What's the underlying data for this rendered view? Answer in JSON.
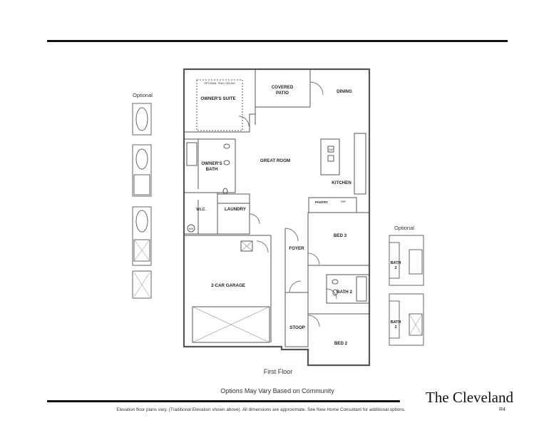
{
  "plan": {
    "name": "The Cleveland",
    "floor_label": "First Floor",
    "options_note": "Options May Vary Based on Community",
    "footer_note": "Elevation floor plans vary. (Traditional Elevation shown above). All dimensions are approximate. See New Home Consultant for additional options.",
    "revision": "R4"
  },
  "optional_labels": {
    "left": "Optional",
    "right": "Optional"
  },
  "rooms": {
    "owners_suite": "OWNER'S SUITE",
    "tray_ceiling": "OPTIONAL TRAY CEILING",
    "covered_patio_1": "COVERED",
    "covered_patio_2": "PATIO",
    "dining": "DINING",
    "great_room": "GREAT ROOM",
    "owners_bath_1": "OWNER'S",
    "owners_bath_2": "BATH",
    "kitchen": "KITCHEN",
    "pantry": "PANTRY",
    "refrigerator": "REF.",
    "wic": "W.I.C.",
    "laundry": "LAUNDRY",
    "water_heater": "W/H",
    "dishwasher": "DW",
    "foyer": "FOYER",
    "bed3": "BED 3",
    "garage": "2-CAR GARAGE",
    "bath2": "BATH 2",
    "stoop": "STOOP",
    "bed2": "BED 2",
    "opt_bath2_a_1": "BATH",
    "opt_bath2_a_2": "2",
    "opt_bath2_b_1": "BATH",
    "opt_bath2_b_2": "2"
  }
}
